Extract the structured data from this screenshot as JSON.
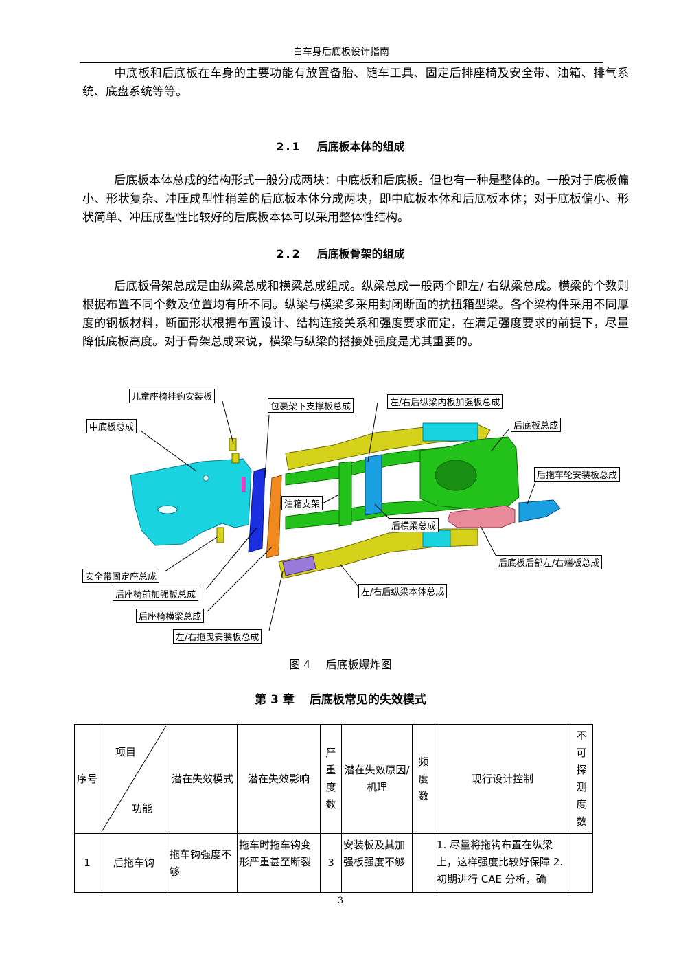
{
  "header": {
    "title": "白车身后底板设计指南"
  },
  "paragraphs": {
    "p1": "中底板和后底板在车身的主要功能有放置备胎、随车工具、固定后排座椅及安全带、油箱、排气系统、底盘系统等等。",
    "p2": "后底板本体总成的结构形式一般分成两块：中底板和后底板。但也有一种是整体的。一般对于底板偏小、形状复杂、冲压成型性稍差的后底板本体分成两块，即中底板本体和后底板本体；对于底板偏小、形状简单、冲压成型性比较好的后底板本体可以采用整体性结构。",
    "p3": "后底板骨架总成是由纵梁总成和横梁总成组成。纵梁总成一般两个即左/ 右纵梁总成。横梁的个数则根据布置不同个数及位置均有所不同。纵梁与横梁多采用封闭断面的抗扭箱型梁。各个梁构件采用不同厚度的钢板材料，断面形状根据布置设计、结构连接关系和强度要求而定，在满足强度要求的前提下，尽量降低底板高度。对于骨架总成来说，横梁与纵梁的搭接处强度是尤其重要的。"
  },
  "sections": {
    "s21": {
      "num": "2.1",
      "title": "后底板本体的组成"
    },
    "s22": {
      "num": "2.2",
      "title": "后底板骨架的组成"
    }
  },
  "figure": {
    "labels": {
      "child_seat": "儿童座椅挂钩安装板",
      "package_tray": "包裹架下支撑板总成",
      "rail_reinf": "左/右后纵梁内板加强板总成",
      "mid_floor": "中底板总成",
      "rear_floor": "后底板总成",
      "tow_wheel": "后拖车轮安装板总成",
      "fuel_bracket": "油箱支架",
      "rear_cross": "后横梁总成",
      "rear_end_panel": "后底板后部左/右端板总成",
      "belt_mount": "安全带固定座总成",
      "seat_front_reinf": "后座椅前加强板总成",
      "seat_cross": "后座椅横梁总成",
      "rail_body": "左/右后纵梁本体总成",
      "tow_hook": "左/右拖曳安装板总成"
    },
    "colors": {
      "cyan": "#19d3e0",
      "green": "#22c21a",
      "yellow": "#d6d21c",
      "blue": "#1a2fe0",
      "orange": "#f08a1e",
      "pink": "#e88a9a"
    }
  },
  "caption": {
    "num": "图 4",
    "text": "后底板爆炸图"
  },
  "chapter": {
    "num": "第 3 章",
    "title": "后底板常见的失效模式"
  },
  "table": {
    "headers": {
      "seq": "序号",
      "item": "项目",
      "function": "功能",
      "mode": "潜在失效模式",
      "effect": "潜在失效影响",
      "severity": "严重度数",
      "cause": "潜在失效原因/ 机理",
      "freq": "频度数",
      "control": "现行设计控制",
      "detect": "不可探测度数"
    },
    "rows": [
      {
        "seq": "1",
        "function": "后拖车钩",
        "mode": "拖车钩强度不够",
        "effect": "拖车时拖车钩变形严重甚至断裂",
        "severity": "3",
        "cause": "安装板及其加强板强度不够",
        "freq": "",
        "control": "1. 尽量将拖钩布置在纵梁上，这样强度比较好保障 2. 初期进行 CAE 分析，确",
        "detect": ""
      }
    ]
  },
  "page": {
    "number": "3"
  }
}
